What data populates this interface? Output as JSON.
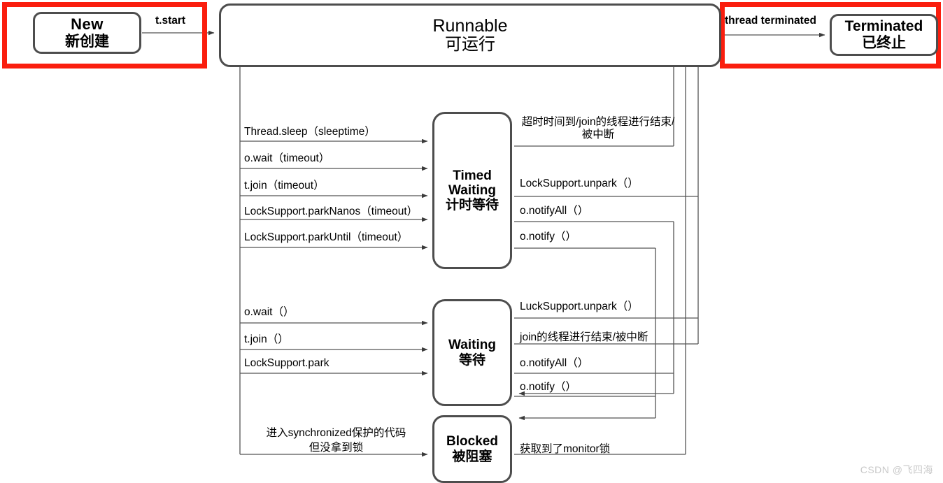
{
  "diagram": {
    "title": "Java Thread State Transition Diagram",
    "watermark": "CSDN @飞四海",
    "accent_red": "#fa1e0e",
    "node_border": "#4d4d4d"
  },
  "nodes": {
    "new": {
      "en": "New",
      "zh": "新创建"
    },
    "runnable": {
      "en": "Runnable",
      "zh": "可运行"
    },
    "terminated": {
      "en": "Terminated",
      "zh": "已终止"
    },
    "timed_waiting": {
      "en": "Timed",
      "en2": "Waiting",
      "zh": "计时等待"
    },
    "waiting": {
      "en": "Waiting",
      "zh": "等待"
    },
    "blocked": {
      "en": "Blocked",
      "zh": "被阻塞"
    }
  },
  "transitions": {
    "start": "t.start",
    "thread_terminated": "thread terminated",
    "to_timed_waiting": [
      "Thread.sleep（sleeptime）",
      "o.wait（timeout）",
      "t.join（timeout）",
      "LockSupport.parkNanos（timeout）",
      "LockSupport.parkUntil（timeout）"
    ],
    "from_timed_waiting": [
      "超时时间到/join的线程进行结束/被中断",
      "LockSupport.unpark（）",
      "o.notifyAll（）",
      "o.notify（）"
    ],
    "to_waiting": [
      "o.wait（）",
      "t.join（）",
      "LockSupport.park"
    ],
    "from_waiting": [
      "LuckSupport.unpark（）",
      "join的线程进行结束/被中断",
      "o.notifyAll（）",
      "o.notify（）"
    ],
    "to_blocked": [
      "进入synchronized保护的代码",
      "但没拿到锁"
    ],
    "from_blocked": "获取到了monitor锁"
  }
}
